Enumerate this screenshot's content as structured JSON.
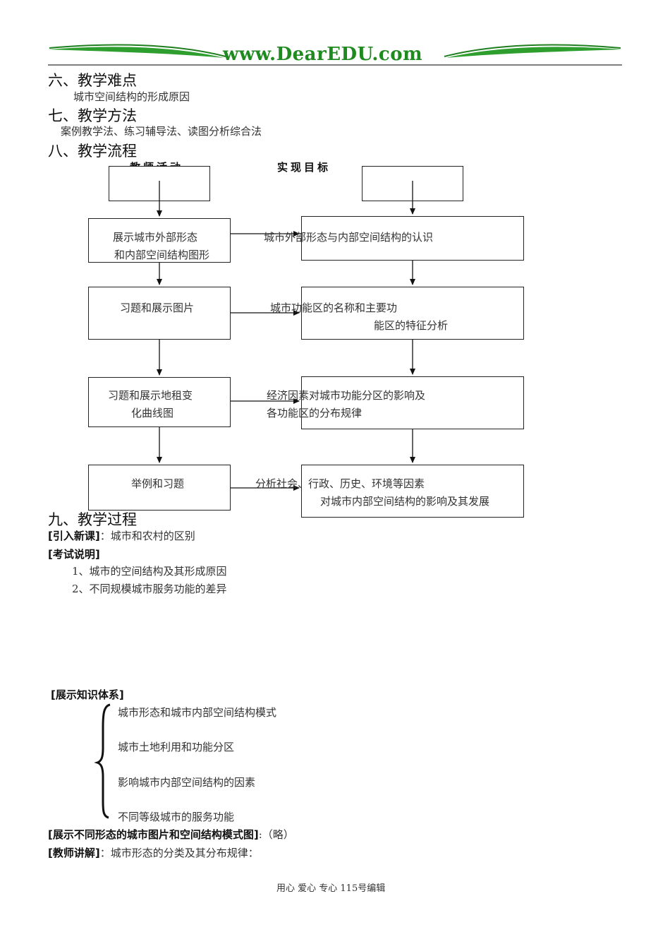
{
  "header": {
    "logo_text": "www.DearEDU.com"
  },
  "sections": {
    "s6": {
      "heading": "六、教学难点",
      "body": "城市空间结构的形成原因"
    },
    "s7": {
      "heading": "七、教学方法",
      "body": "案例教学法、练习辅导法、读图分析综合法"
    },
    "s8": {
      "heading": "八、教学流程"
    },
    "s9": {
      "heading": "九、教学过程"
    }
  },
  "flow": {
    "col_left": "教师活动",
    "col_right": "实现目标",
    "left": [
      [
        "展示城市外部形态",
        "和内部空间结构图形"
      ],
      [
        "习题和展示图片"
      ],
      [
        "习题和展示地租变",
        "化曲线图"
      ],
      [
        "举例和习题"
      ]
    ],
    "right": [
      [
        "城市外部形态与内部空间结构的认识"
      ],
      [
        "城市功能区的名称和主要功",
        "能区的特征分析"
      ],
      [
        "经济因素对城市功能分区的影响及",
        "各功能区的分布规律"
      ],
      [
        "分析社会、行政、历史、环境等因素",
        "对城市内部空间结构的影响及其发展"
      ]
    ]
  },
  "process": {
    "intro_label": "[引入新课]",
    "intro_text": "：城市和农村的区别",
    "exam_label": "[考试说明]",
    "exam_items": [
      "1、城市的空间结构及其形成原因",
      "2、不同规模城市服务功能的差异"
    ],
    "knowledge_label": "[展示知识体系]",
    "knowledge_items": [
      "城市形态和城市内部空间结构模式",
      "城市土地利用和功能分区",
      "影响城市内部空间结构的因素",
      "不同等级城市的服务功能"
    ],
    "show_label": "[展示不同形态的城市图片和空间结构模式图]",
    "show_text": ":（略）",
    "teach_label": "[教师讲解]",
    "teach_text": "：城市形态的分类及其分布规律："
  },
  "footer": {
    "text": "用心 爱心 专心  115号编辑"
  }
}
